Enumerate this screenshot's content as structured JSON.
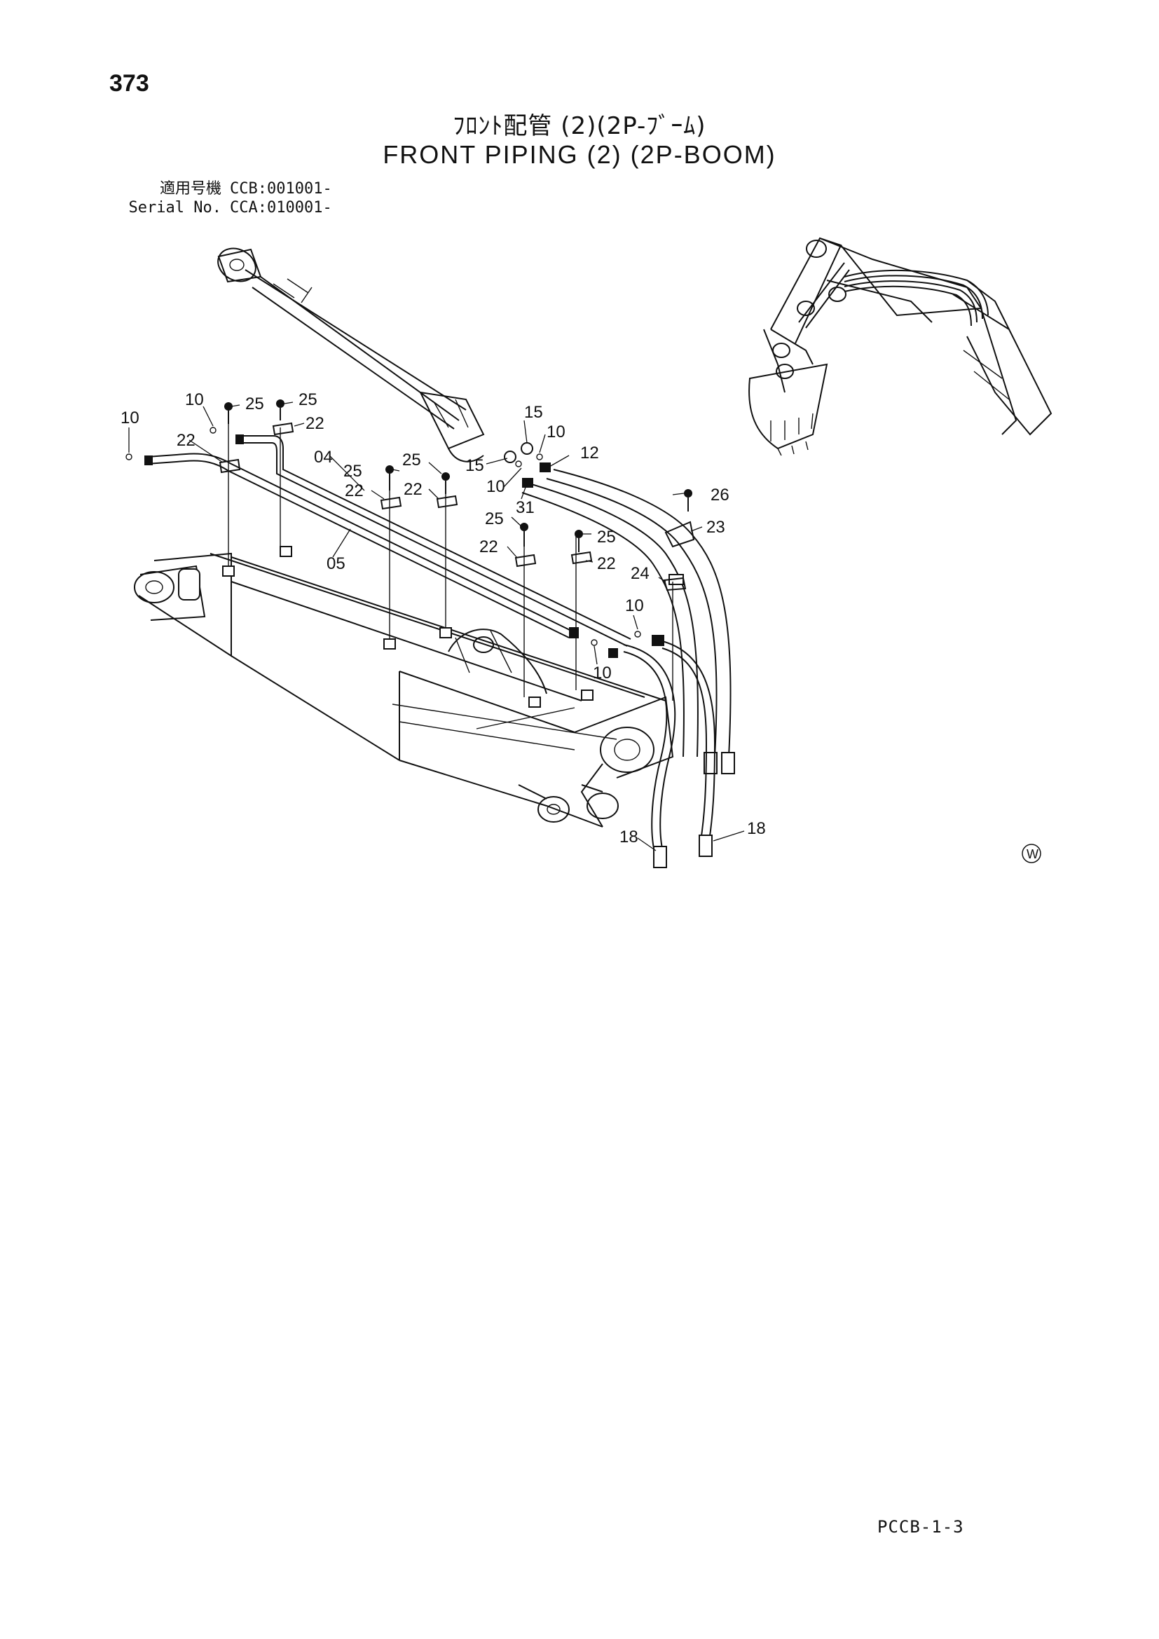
{
  "header": {
    "page_number": "373",
    "title_jp": "ﾌﾛﾝﾄ配管 (2)(2P-ﾌﾞｰﾑ)",
    "title_en": "FRONT PIPING (2) (2P-BOOM)"
  },
  "serial": {
    "row1_label": "適用号機",
    "row1_value": "CCB:001001-",
    "row2_label": "Serial No.",
    "row2_value": "CCA:010001-"
  },
  "callouts": {
    "c10a": "10",
    "c10b": "10",
    "c10c": "10",
    "c10d": "10",
    "c10e": "10",
    "c25a": "25",
    "c25b": "25",
    "c25c": "25",
    "c25d": "25",
    "c25e": "25",
    "c25f": "25",
    "c22a": "22",
    "c22b": "22",
    "c22c": "22",
    "c22d": "22",
    "c22e": "22",
    "c22f": "22",
    "c04": "04",
    "c05": "05",
    "c15a": "15",
    "c15b": "15",
    "c12": "12",
    "c31": "31",
    "c26": "26",
    "c23": "23",
    "c24": "24",
    "c18a": "18",
    "c18b": "18"
  },
  "watermark_symbol": "W",
  "footer": {
    "doc_code": "PCCB-1-3"
  }
}
